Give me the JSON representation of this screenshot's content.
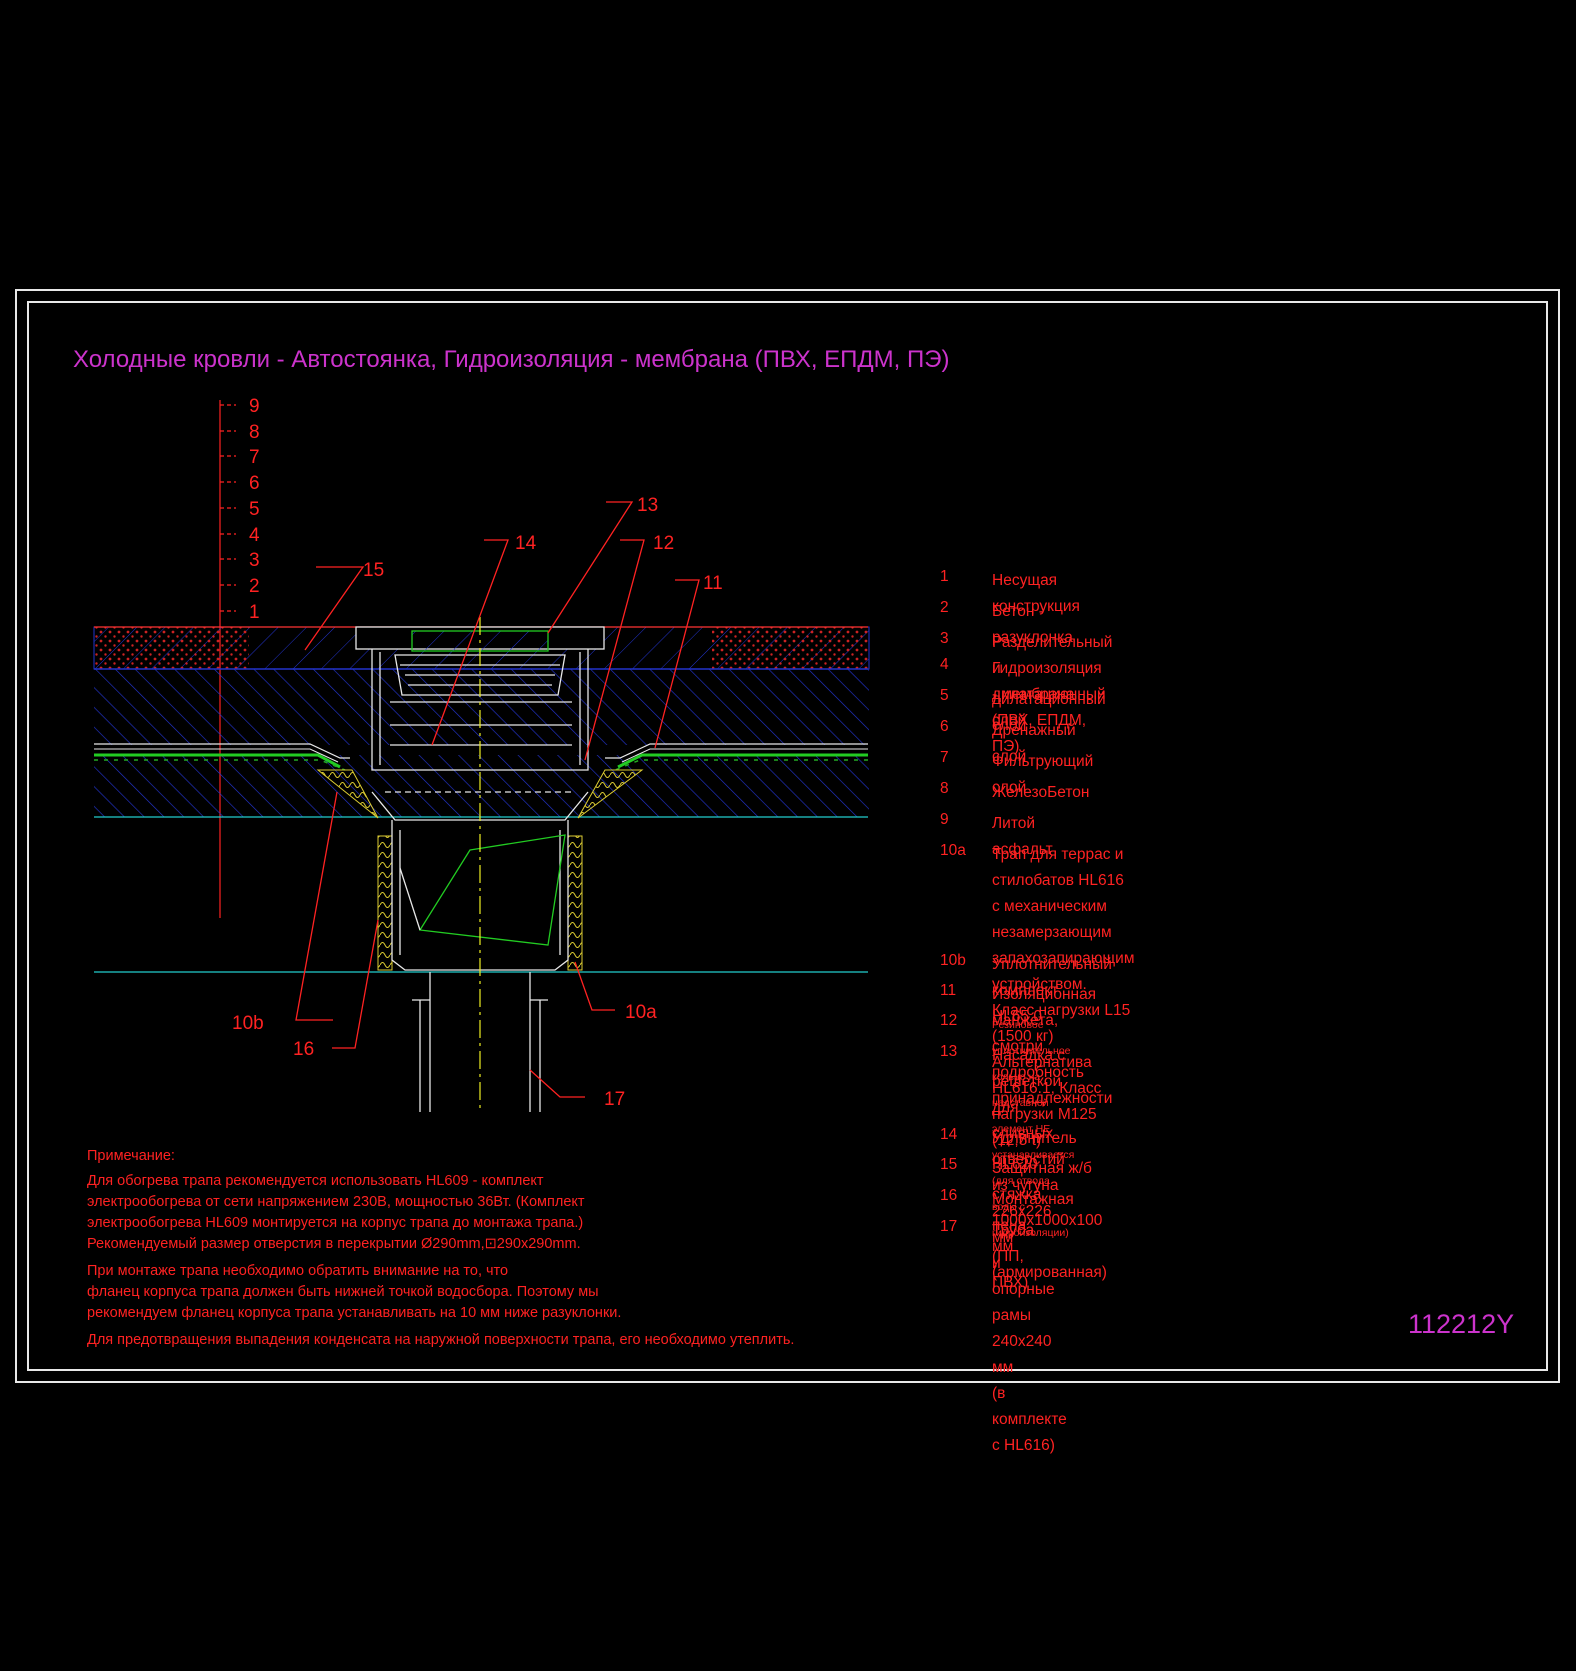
{
  "title": "Холодные кровли - Автостоянка, Гидроизоляция - мембрана (ПВХ, ЕПДМ, ПЭ)",
  "drawing_code": "112212Y",
  "layer_scale_labels": [
    "9",
    "8",
    "7",
    "6",
    "5",
    "4",
    "3",
    "2",
    "1"
  ],
  "callouts": {
    "c10a": "10a",
    "c10b": "10b",
    "c11": "11",
    "c12": "12",
    "c13": "13",
    "c14": "14",
    "c15": "15",
    "c16": "16",
    "c17": "17"
  },
  "legend": [
    {
      "num": "1",
      "text": "Несущая конструкция"
    },
    {
      "num": "2",
      "text": "Бетон - разуклонка"
    },
    {
      "num": "3",
      "text": "Разделительный и дилатационный слой"
    },
    {
      "num": "4",
      "text": "Гидроизоляция - мембрана (ПВХ, ЕПДМ, ПЭ)"
    },
    {
      "num": "5",
      "text": "дилатационный слой"
    },
    {
      "num": "6",
      "text": "Дренажный слой"
    },
    {
      "num": "7",
      "text": "Фильтрующий слой"
    },
    {
      "num": "8",
      "text": "ЖелезоБетон"
    },
    {
      "num": "9",
      "text": "Литой асфальт"
    },
    {
      "num": "10a",
      "text": "Трап для террас и стилобатов HL616\nс механическим незамерзающим запахозапирающим устройством.\nКласс нагрузки L15 (1500 кг)\nАльтернатива HL616.1, Класс нагрузки M125 (12,5 t)"
    },
    {
      "num": "10b",
      "text": "Уплотнительный комплект HL65.0"
    },
    {
      "num": "11",
      "text": "Изоляционная  манжета, смотри подробность принадлежности"
    },
    {
      "num": "12",
      "text": "Резиновое уплотнительное кольцо на надставной элемент НЕ устанавливается (для отвода воды с гидроизоляции)"
    },
    {
      "num": "13",
      "text": "Насадка с решеткой для сливных отверстий из чугуна 226x226 мм\nи опорные рамы 240x240 мм\n(в комплекте с HL616)"
    },
    {
      "num": "14",
      "text": "Удлинитель HL620"
    },
    {
      "num": "15",
      "text": "Защитная ж/б стяжка 1000x1000x100 мм (армированная)"
    },
    {
      "num": "16",
      "text": "Монтажная пена"
    },
    {
      "num": "17",
      "text": "Труба (ПП, ПВХ)"
    }
  ],
  "notes": {
    "heading": "Примечание:",
    "paragraphs": [
      "Для обогрева трапа рекомендуется использовать HL609 - комплект\nэлектрообогрева от сети напряжением 230В, мощностью 36Вт. (Комплект\nэлектрообогрева HL609 монтируется на корпус трапа до монтажа трапа.)\nРекомендуемый размер отверстия в перекрытии Ø290mm,⊡290x290mm.",
      "При монтаже трапа необходимо обратить внимание на то, что\nфланец корпуса трапа должен быть нижней точкой водосбора. Поэтому мы\nрекомендуем фланец корпуса трапа устанавливать на 10 мм ниже разуклонки.",
      "Для предотвращения выпадения конденсата на наружной поверхности трапа, его необходимо утеплить."
    ]
  },
  "colors": {
    "frame": "#e8e8e8",
    "title": "#cc33cc",
    "text": "#ff2222",
    "hatch_blue": "#2233cc",
    "membrane_green": "#22cc22",
    "axis_yellow": "#eeee22",
    "insulation_yellow": "#ddcc33",
    "cyan_line": "#22cccc"
  }
}
